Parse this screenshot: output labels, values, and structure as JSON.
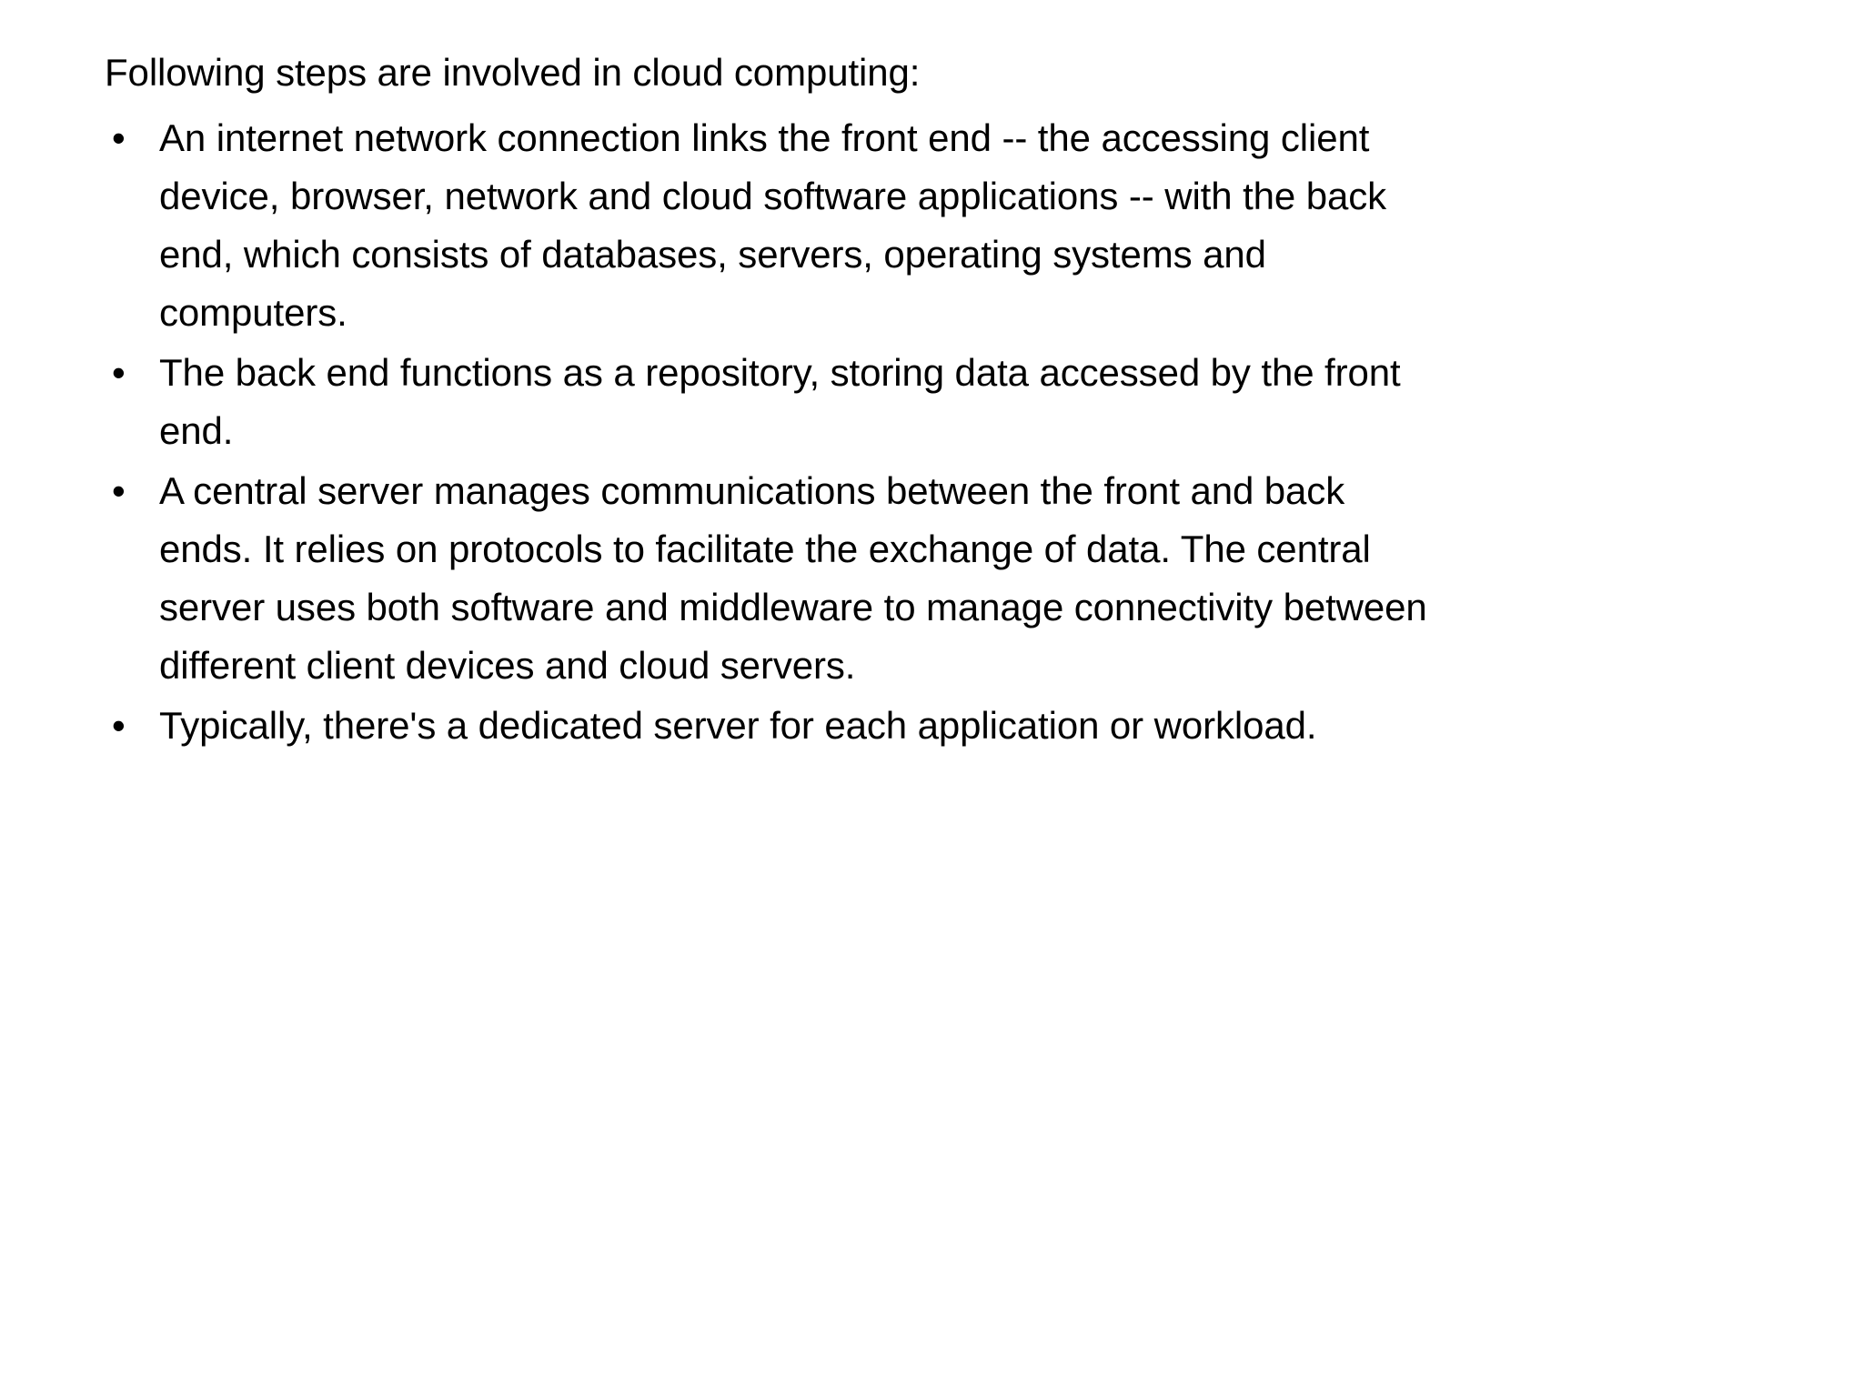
{
  "slide": {
    "background_color": "#ffffff",
    "text_color": "#000000",
    "intro": "Following steps are involved in cloud computing:",
    "bullet_marker": "•",
    "bullets": [
      {
        "id": "bullet-front-back-end-link",
        "text": "An internet network connection links the front end -- the accessing client device, browser, network and cloud software applications -- with the back end, which consists of databases, servers, operating systems and computers."
      },
      {
        "id": "bullet-back-end-repository",
        "text": "The back end functions as a repository, storing data accessed by the front end."
      },
      {
        "id": "bullet-central-server",
        "text": "A central server manages communications between the front and back ends. It relies on protocols to facilitate the exchange of data. The central server uses both software and middleware to manage connectivity between different client devices and cloud servers."
      },
      {
        "id": "bullet-dedicated-server",
        "text": "Typically, there's a dedicated server for each application or workload."
      }
    ]
  }
}
